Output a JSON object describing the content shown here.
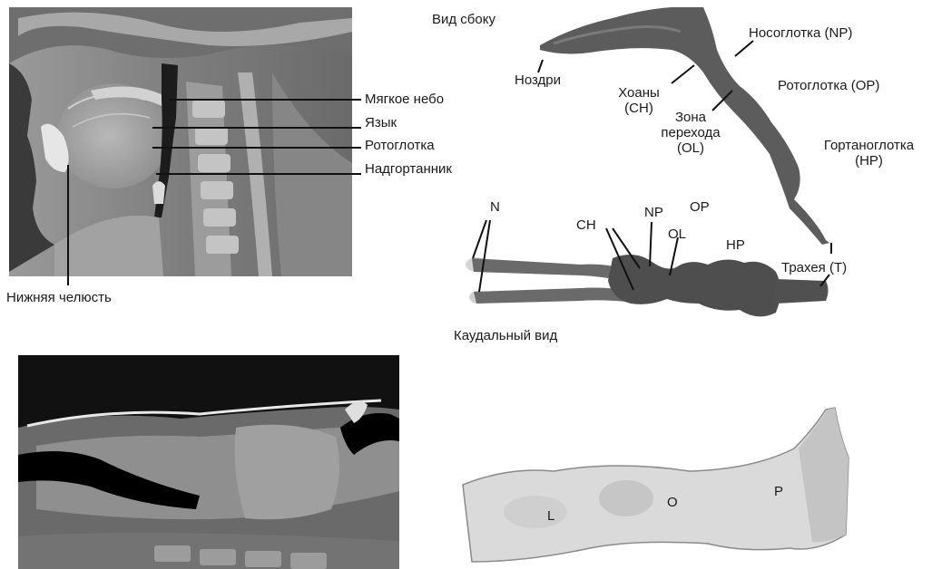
{
  "mri_panel": {
    "labels": {
      "soft_palate": "Мягкое небо",
      "tongue": "Язык",
      "oropharynx": "Ротоглотка",
      "epiglottis": "Надгортанник",
      "mandible": "Нижняя челюсть"
    }
  },
  "airway_3d_panel": {
    "lateral_view": {
      "title": "Вид сбоку",
      "labels": {
        "nostrils": "Ноздри",
        "choanae": "Хоаны\n(CH)",
        "nasopharynx": "Носоглотка (NP)",
        "oropharynx": "Ротоглотка (OP)",
        "transition_zone": "Зона\nперехода\n(OL)",
        "hypopharynx": "Гортаноглотка\n(HP)",
        "trachea": "Трахея (T)"
      }
    },
    "caudal_view": {
      "title": "Каудальный вид",
      "labels": {
        "n": "N",
        "ch": "CH",
        "np": "NP",
        "op": "OP",
        "ol": "OL",
        "hp": "HP"
      }
    }
  },
  "segment_panel": {
    "labels": {
      "l": "L",
      "o": "O",
      "p": "P"
    }
  },
  "colors": {
    "mri_background": "#8a8a8a",
    "ct_background": "#111111",
    "airway_3d": "#5c5c5c",
    "segment_model": "#d8d8d8"
  }
}
